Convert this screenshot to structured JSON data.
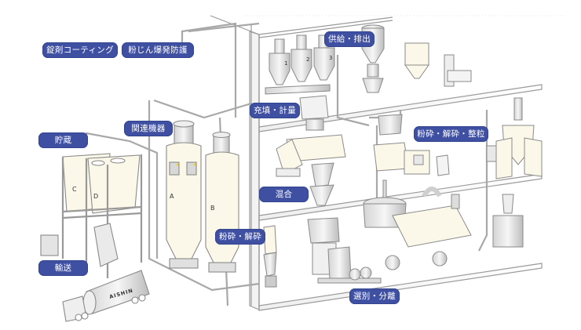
{
  "labels": {
    "tablet_coating": "錠剤コーティング",
    "dust_explosion": "粉じん爆発防護",
    "supply_discharge": "供給・排出",
    "filling_weighing": "充填・計量",
    "related_equipment": "関連機器",
    "storage": "貯蔵",
    "milling_sizing": "粉砕・解砕・整粒",
    "mixing": "混合",
    "milling": "粉砕・解砕",
    "conveying": "輸送",
    "sieving_separation": "選別・分離"
  },
  "equipment_marks": {
    "silo_c": "C",
    "silo_d": "D",
    "tower_a": "A",
    "tower_b": "B",
    "hopper_1": "1",
    "hopper_2": "2",
    "hopper_3": "3",
    "truck_brand": "AISHIN"
  },
  "colors": {
    "label_bg": "#3f50a2",
    "label_text": "#ffffff",
    "vessel_fill": "#fbf8e9",
    "line": "#8a8a8a"
  }
}
